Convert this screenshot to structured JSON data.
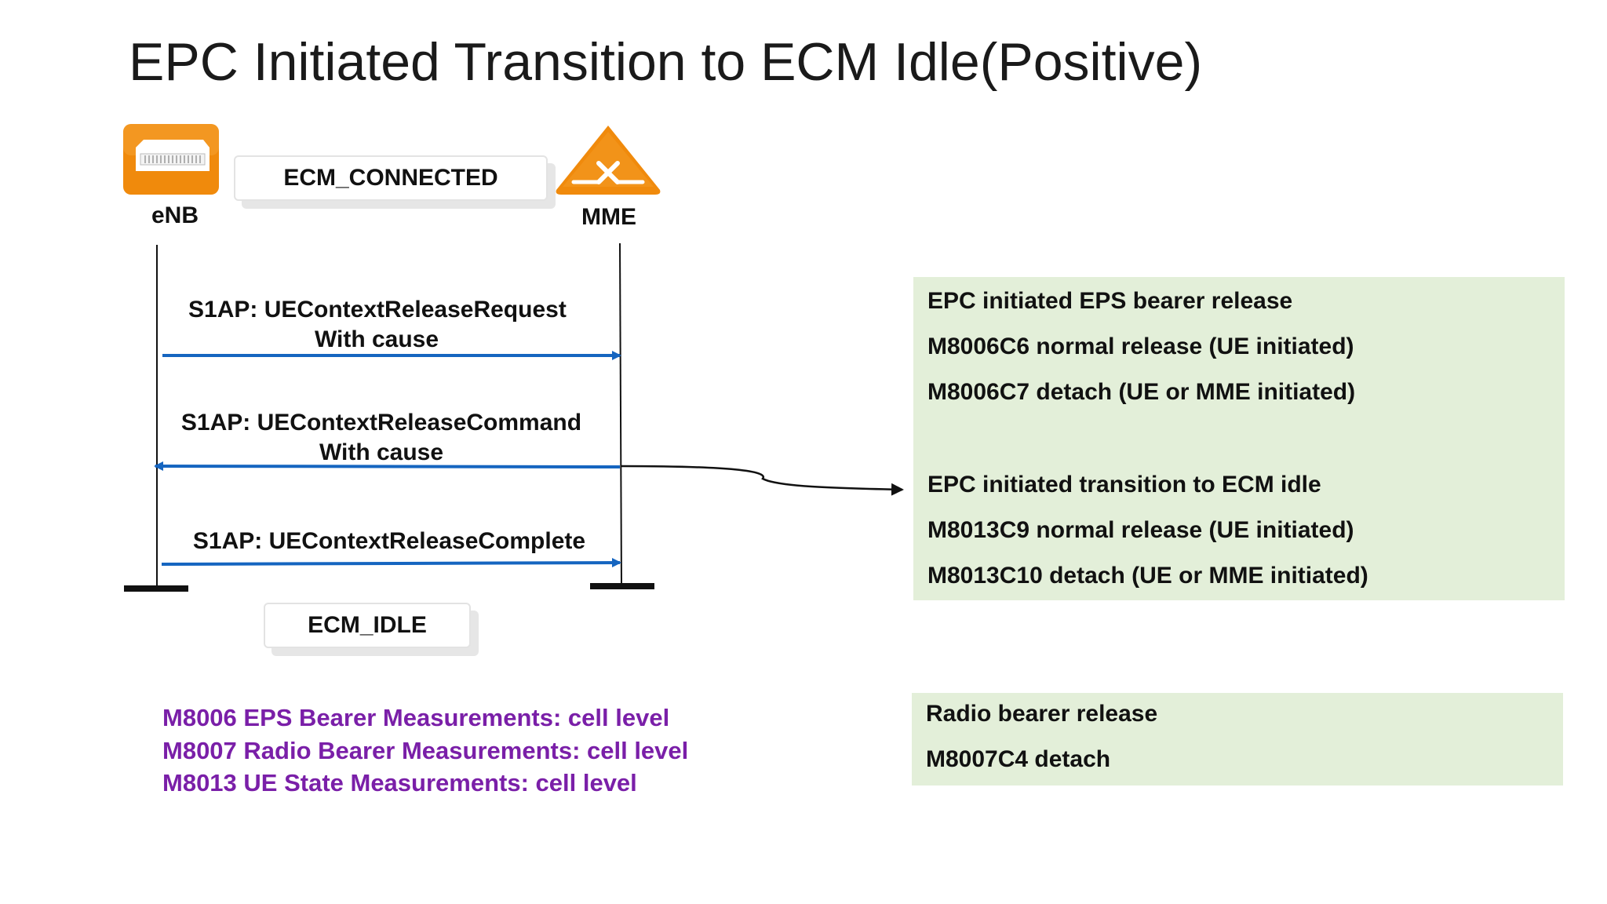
{
  "title": "EPC Initiated Transition to ECM Idle(Positive)",
  "nodes": {
    "enb": {
      "label": "eNB",
      "icon": "router-device-icon",
      "color": "#f08a0c"
    },
    "mme": {
      "label": "MME",
      "icon": "mme-triangle-icon",
      "color": "#f08a0c"
    }
  },
  "states": {
    "connected": "ECM_CONNECTED",
    "idle": "ECM_IDLE"
  },
  "messages": [
    {
      "line1": "S1AP: UEContextReleaseRequest",
      "line2": "With cause",
      "direction": "enb-to-mme"
    },
    {
      "line1": "S1AP: UEContextReleaseCommand",
      "line2": "With cause",
      "direction": "mme-to-enb"
    },
    {
      "line1": "S1AP: UEContextReleaseComplete",
      "line2": "",
      "direction": "enb-to-mme"
    }
  ],
  "counter_box_main": {
    "lines": [
      "EPC initiated EPS bearer release",
      "M8006C6 normal release (UE initiated)",
      "M8006C7 detach (UE or MME initiated)",
      "EPC initiated transition to ECM idle",
      "M8013C9 normal release (UE initiated)",
      "M8013C10 detach (UE or MME initiated)"
    ]
  },
  "counter_box_radio": {
    "lines": [
      "Radio bearer release",
      "M8007C4 detach"
    ]
  },
  "measurements": [
    "M8006 EPS Bearer Measurements: cell level",
    "M8007 Radio Bearer Measurements: cell level",
    "M8013 UE State Measurements: cell level"
  ],
  "colors": {
    "arrow": "#1565c0",
    "box_fill": "#e3efd9",
    "measurement_text": "#7a1fa8"
  }
}
